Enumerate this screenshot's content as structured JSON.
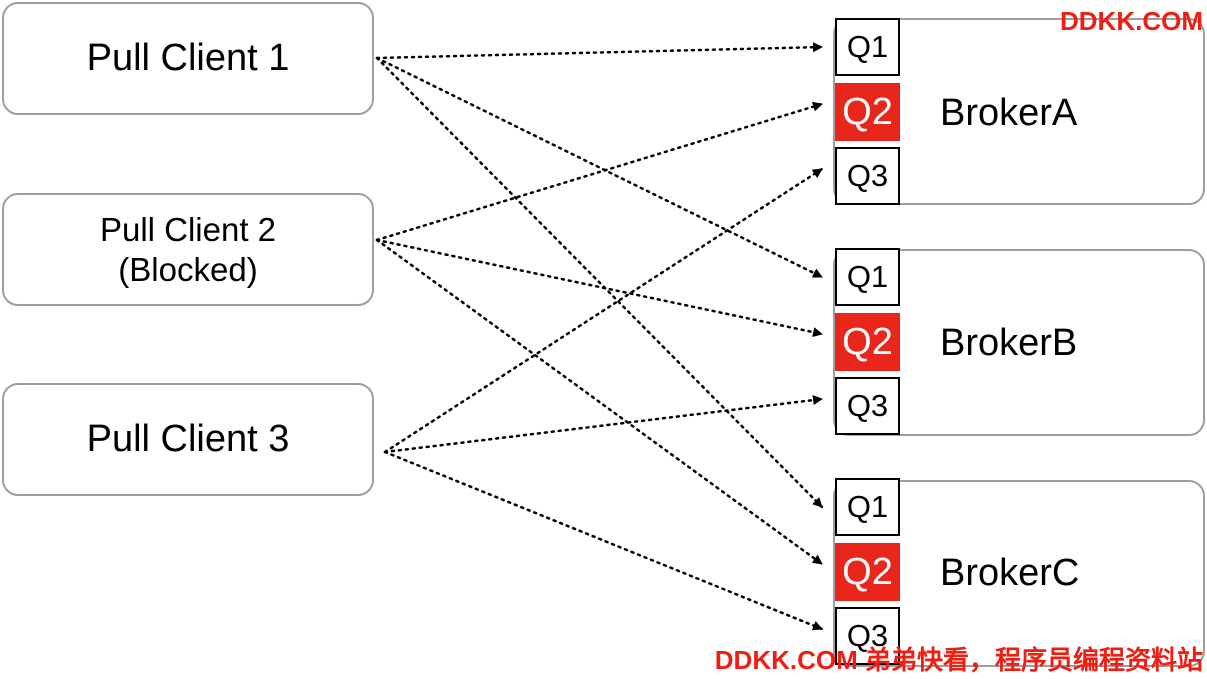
{
  "clients": [
    {
      "id": "pull-client-1",
      "lines": [
        "Pull Client 1"
      ]
    },
    {
      "id": "pull-client-2",
      "lines": [
        "Pull Client 2",
        "(Blocked)"
      ]
    },
    {
      "id": "pull-client-3",
      "lines": [
        "Pull Client 3"
      ]
    }
  ],
  "brokers": [
    {
      "id": "broker-a",
      "label": "BrokerA",
      "queues": [
        "Q1",
        "Q2",
        "Q3"
      ]
    },
    {
      "id": "broker-b",
      "label": "BrokerB",
      "queues": [
        "Q1",
        "Q2",
        "Q3"
      ]
    },
    {
      "id": "broker-c",
      "label": "BrokerC",
      "queues": [
        "Q1",
        "Q2",
        "Q3"
      ]
    }
  ],
  "highlight_queue": "Q2",
  "highlight_color": "#e8261c",
  "connections": [
    {
      "from": "pull-client-1",
      "to": "broker-a.Q1"
    },
    {
      "from": "pull-client-1",
      "to": "broker-b.Q1"
    },
    {
      "from": "pull-client-1",
      "to": "broker-c.Q1"
    },
    {
      "from": "pull-client-2",
      "to": "broker-a.Q2"
    },
    {
      "from": "pull-client-2",
      "to": "broker-b.Q2"
    },
    {
      "from": "pull-client-2",
      "to": "broker-c.Q2"
    },
    {
      "from": "pull-client-3",
      "to": "broker-a.Q3"
    },
    {
      "from": "pull-client-3",
      "to": "broker-b.Q3"
    },
    {
      "from": "pull-client-3",
      "to": "broker-c.Q3"
    }
  ],
  "watermark_top": "DDKK.COM",
  "watermark_bottom": "DDKK.COM 弟弟快看，程序员编程资料站"
}
